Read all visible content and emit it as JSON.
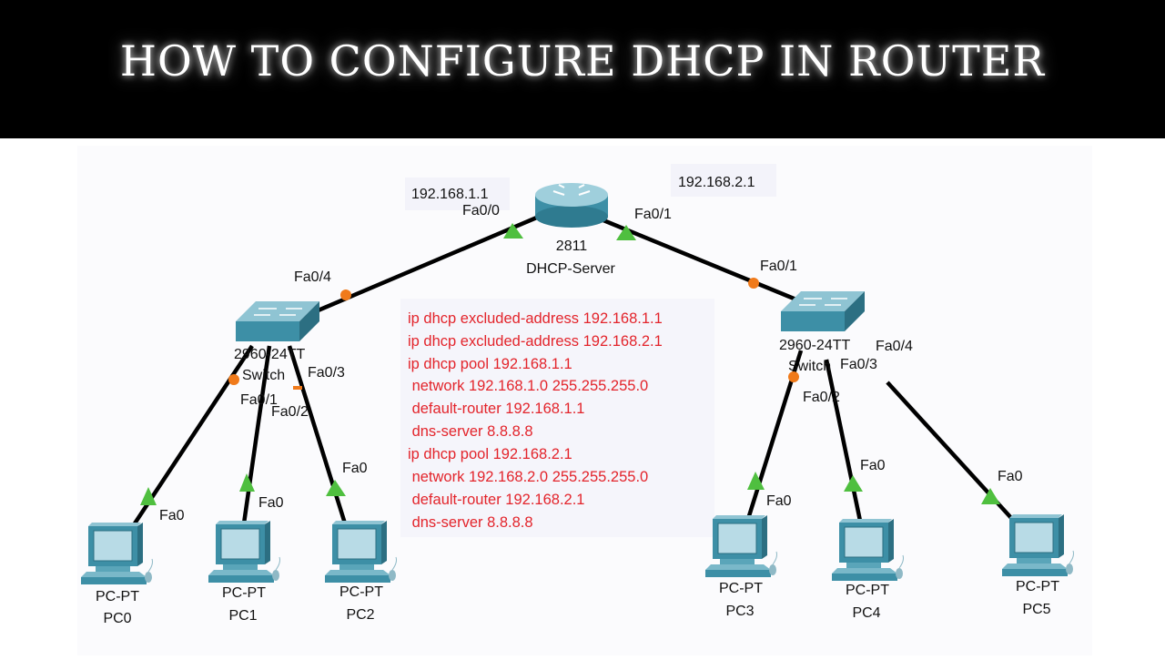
{
  "header": {
    "title": "HOW TO CONFIGURE DHCP IN ROUTER"
  },
  "colors": {
    "header_bg": "#000000",
    "config_text": "#e3242b",
    "link_up": "#4fbf3f",
    "link_pending": "#f07a1a",
    "device": "#3d8fa6"
  },
  "router": {
    "model": "2811",
    "name": "DHCP-Server",
    "ip_left": "192.168.1.1",
    "ip_right": "192.168.2.1",
    "port_left": "Fa0/0",
    "port_right": "Fa0/1",
    "icon": "router-icon"
  },
  "switch_left": {
    "model": "2960-24TT",
    "name": "Switch",
    "uplink_port": "Fa0/4",
    "ports": [
      "Fa0/1",
      "Fa0/2",
      "Fa0/3"
    ],
    "icon": "switch-icon"
  },
  "switch_right": {
    "model": "2960-24TT",
    "name": "Switch",
    "uplink_port": "Fa0/1",
    "ports": [
      "Fa0/2",
      "Fa0/3",
      "Fa0/4"
    ],
    "icon": "switch-icon"
  },
  "pcs": [
    {
      "type": "PC-PT",
      "name": "PC0",
      "port": "Fa0"
    },
    {
      "type": "PC-PT",
      "name": "PC1",
      "port": "Fa0"
    },
    {
      "type": "PC-PT",
      "name": "PC2",
      "port": "Fa0"
    },
    {
      "type": "PC-PT",
      "name": "PC3",
      "port": "Fa0"
    },
    {
      "type": "PC-PT",
      "name": "PC4",
      "port": "Fa0"
    },
    {
      "type": "PC-PT",
      "name": "PC5",
      "port": "Fa0"
    }
  ],
  "config": [
    "ip dhcp excluded-address 192.168.1.1",
    "ip dhcp excluded-address 192.168.2.1",
    "ip dhcp pool 192.168.1.1",
    " network 192.168.1.0 255.255.255.0",
    " default-router 192.168.1.1",
    " dns-server 8.8.8.8",
    "ip dhcp pool 192.168.2.1",
    " network 192.168.2.0 255.255.255.0",
    " default-router 192.168.2.1",
    " dns-server 8.8.8.8"
  ]
}
